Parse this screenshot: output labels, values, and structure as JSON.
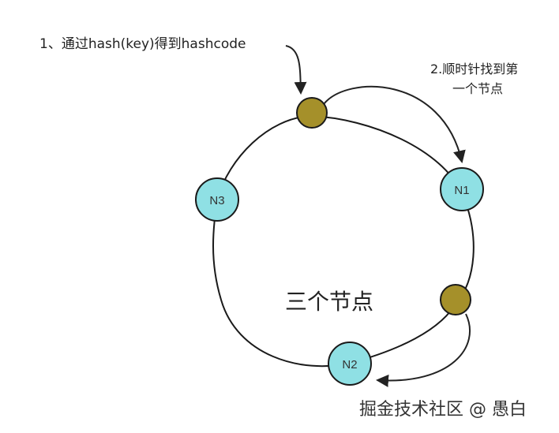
{
  "step1_text": "1、通过hash(key)得到hashcode",
  "step2_line1": "2.顺时针找到第",
  "step2_line2": "一个节点",
  "center_label": "三个节点",
  "nodes": {
    "n1": "N1",
    "n2": "N2",
    "n3": "N3"
  },
  "watermark": "掘金技术社区 @ 愚白",
  "colors": {
    "node_fill": "#8fe0e4",
    "hash_point_fill": "#a5902a",
    "stroke": "#1a1a1a"
  }
}
